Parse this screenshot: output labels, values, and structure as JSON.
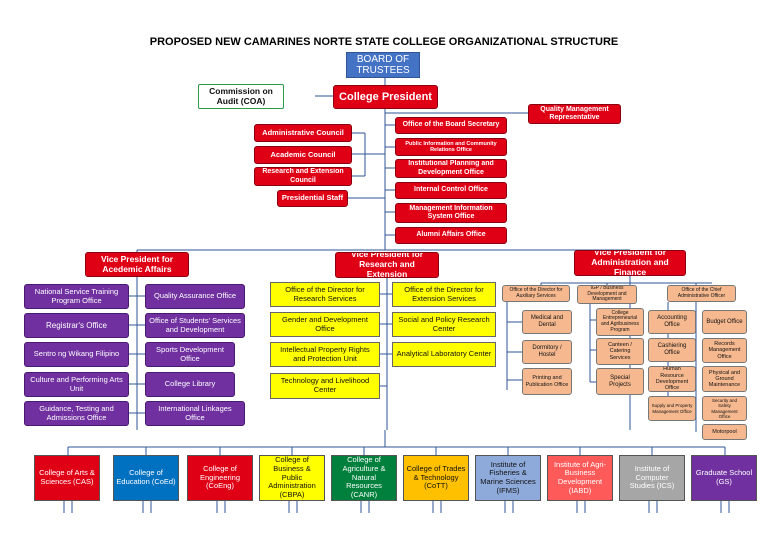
{
  "title": "PROPOSED NEW CAMARINES NORTE STATE COLLEGE ORGANIZATIONAL STRUCTURE",
  "top": {
    "board": "BOARD OF TRUSTEES",
    "coa": "Commission on Audit (COA)",
    "president": "College President",
    "qmr": "Quality Management Representative"
  },
  "councils": [
    "Administrative Council",
    "Academic Council",
    "Research and Extension Council",
    "Presidential Staff"
  ],
  "president_offices": [
    "Office of the Board Secretary",
    "Public Information and Community Relations Office",
    "Institutional Planning and Development Office",
    "Internal Control Office",
    "Management Information System Office",
    "Alumni Affairs Office"
  ],
  "vp": {
    "academic": "Vice President for Acedemic Affairs",
    "research": "Vice President for Research and Extension",
    "admin": "Vice President for Administration and Finance"
  },
  "academic_left": [
    "National Service Training Program Office",
    "Registrar's Office",
    "Sentro ng Wikang Filipino",
    "Culture and Performing Arts Unit",
    "Guidance, Testing and Admissions Office"
  ],
  "academic_right": [
    "Quality Assurance Office",
    "Office of Students' Services and Development",
    "Sports Development Office",
    "College Library",
    "International Linkages Office"
  ],
  "research_left": [
    "Office of the Director for Research Services",
    "Gender and Development Office",
    "Intellectual Property Rights and Protection Unit",
    "Technology and Livelihood Center"
  ],
  "research_right": [
    "Office of the Director for Extension Services",
    "Social and Policy Research Center",
    "Analytical Laboratory Center"
  ],
  "admin_heads": [
    "Office of the Director for Auxiliary Services",
    "IGP / Business Development and Management",
    "Office of the Chief Administrative Officer"
  ],
  "auxiliary": [
    "Medical and Dental",
    "Dormitory / Hostel",
    "Printing and Publication Office"
  ],
  "igp": [
    "College Entrepreneurial and Agribusiness Program",
    "Canteen / Catering Services",
    "Special Projects"
  ],
  "cao_left": [
    "Accounting Office",
    "Cashiering Office",
    "Human Resource Development Office",
    "Supply and Property Management Office"
  ],
  "cao_right": [
    "Budget Office",
    "Records Management Office",
    "Physical and Ground Maintenance",
    "Security and Safety Management Office",
    "Motorpool"
  ],
  "colleges": [
    {
      "name": "College of Arts & Sciences (CAS)",
      "color": "#e00016",
      "text": "#ffffff"
    },
    {
      "name": "College of Education (CoEd)",
      "color": "#0070c0",
      "text": "#ffffff"
    },
    {
      "name": "College of Engineering (CoEng)",
      "color": "#e00016",
      "text": "#ffffff"
    },
    {
      "name": "College of Business & Public Administration (CBPA)",
      "color": "#ffff00",
      "text": "#111111"
    },
    {
      "name": "College of Agriculture & Natural Resources (CANR)",
      "color": "#00803c",
      "text": "#ffffff"
    },
    {
      "name": "College of Trades & Technology (CoTT)",
      "color": "#ffc000",
      "text": "#111111"
    },
    {
      "name": "Institute of Fisheries & Marine Sciences (IFMS)",
      "color": "#8eaadb",
      "text": "#111111"
    },
    {
      "name": "Institute of Agri-Business Development (IABD)",
      "color": "#ff5a5a",
      "text": "#ffffff"
    },
    {
      "name": "Institute of Computer Studies (ICS)",
      "color": "#a6a6a6",
      "text": "#ffffff"
    },
    {
      "name": "Graduate School (GS)",
      "color": "#7030a0",
      "text": "#ffffff"
    }
  ],
  "colors": {
    "line": "#2f5597",
    "red": "#e00016",
    "purple": "#7030a0",
    "yellow": "#ffff00",
    "salmon": "#f6b98f",
    "board": "#4472c4"
  }
}
